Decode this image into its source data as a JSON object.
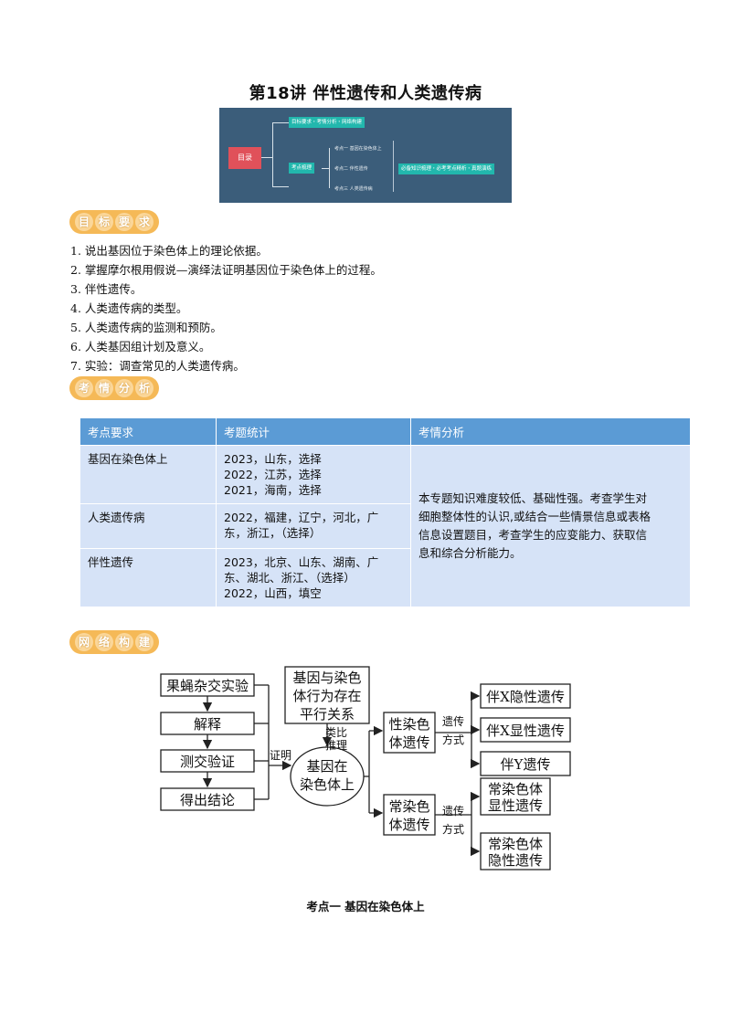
{
  "title": "第18讲  伴性遗传和人类遗传病",
  "toc": {
    "root": "目录",
    "branch1": "目标要求・考情分析・网络构建",
    "branch2": "考点梳理",
    "points": [
      "考点一 基因在染色体上",
      "考点二 伴性遗传",
      "考点三 人类遗传病"
    ],
    "tail": "必备知识梳理・必考考点精析・真题演练"
  },
  "badges": {
    "goals": [
      "目",
      "标",
      "要",
      "求"
    ],
    "analysis": [
      "考",
      "情",
      "分",
      "析"
    ],
    "network": [
      "网",
      "络",
      "构",
      "建"
    ]
  },
  "goals": [
    "1. 说出基因位于染色体上的理论依据。",
    "2. 掌握摩尔根用假说—演绎法证明基因位于染色体上的过程。",
    "3. 伴性遗传。",
    "4. 人类遗传病的类型。",
    "5. 人类遗传病的监测和预防。",
    "6. 人类基因组计划及意义。",
    "7. 实验：调查常见的人类遗传病。"
  ],
  "table": {
    "headers": [
      "考点要求",
      "考题统计",
      "考情分析"
    ],
    "rows": [
      {
        "point": "基因在染色体上",
        "stats": [
          "2023，山东，选择",
          "2022，江苏，选择",
          "2021，海南，选择"
        ]
      },
      {
        "point": "人类遗传病",
        "stats": [
          "2022，福建，辽宁，河北，广",
          "东，浙江，（选择）"
        ]
      },
      {
        "point": "伴性遗传",
        "stats": [
          "2023，北京、山东、湖南、广",
          "东、湖北、浙江、（选择）",
          "2022，山西，填空"
        ]
      }
    ],
    "analysis": [
      "本专题知识难度较低、基础性强。考查学生对",
      "细胞整体性的认识,或结合一些情景信息或表格",
      "信息设置题目，考查学生的应变能力、获取信",
      "息和综合分析能力。"
    ]
  },
  "diagram": {
    "steps": [
      "果蝇杂交实验",
      "解释",
      "测交验证",
      "得出结论"
    ],
    "hypothesis": [
      "基因与染色",
      "体行为存在",
      "平行关系"
    ],
    "analogy": [
      "类比",
      "推理"
    ],
    "prove": "证明",
    "center": [
      "基因在",
      "染色体上"
    ],
    "sex_linked": [
      "性染色",
      "体遗传"
    ],
    "autosomal": [
      "常染色",
      "体遗传"
    ],
    "mode": [
      "遗传",
      "方式"
    ],
    "sex_types": [
      "伴X隐性遗传",
      "伴X显性遗传",
      "伴Y遗传"
    ],
    "auto_types": [
      [
        "常染色体",
        "显性遗传"
      ],
      [
        "常染色体",
        "隐性遗传"
      ]
    ]
  },
  "section_heading": "考点一    基因在染色体上"
}
